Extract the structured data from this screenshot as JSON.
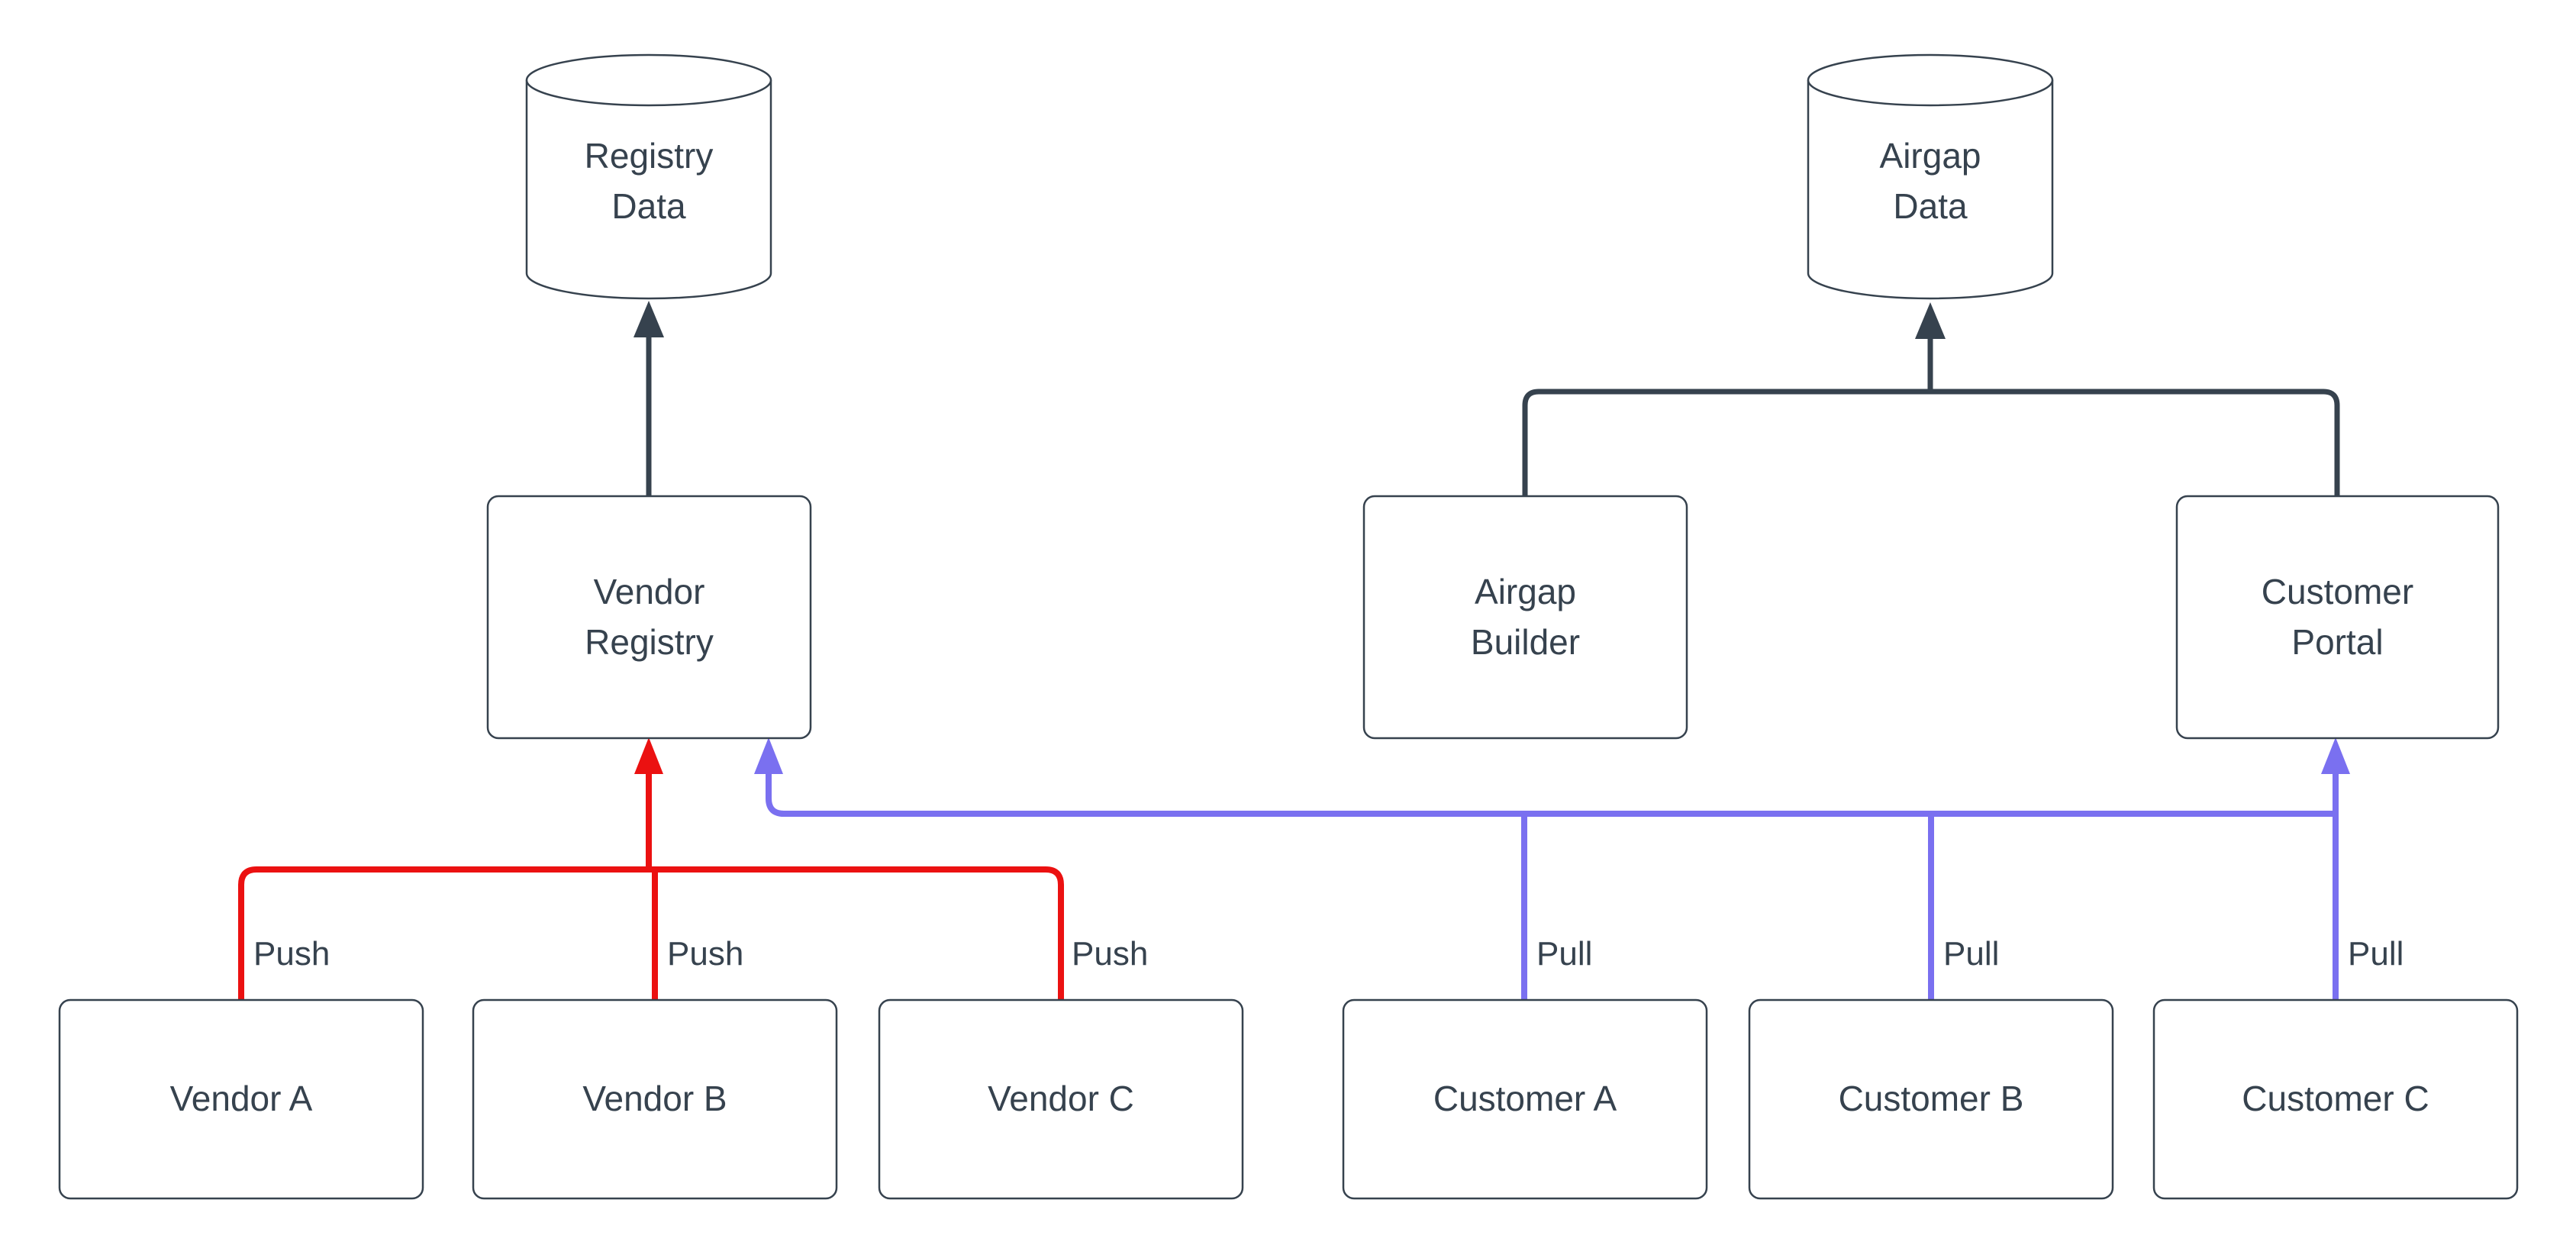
{
  "diagram": {
    "colors": {
      "bg": "#ffffff",
      "stroke": "#36424e",
      "text": "#36424e",
      "push": "#eb1111",
      "pull": "#7a70f0"
    },
    "nodes": {
      "registry_data": {
        "shape": "cylinder",
        "lines": [
          "Registry",
          "Data"
        ]
      },
      "airgap_data": {
        "shape": "cylinder",
        "lines": [
          "Airgap",
          "Data"
        ]
      },
      "vendor_registry": {
        "shape": "rect",
        "lines": [
          "Vendor",
          "Registry"
        ]
      },
      "airgap_builder": {
        "shape": "rect",
        "lines": [
          "Airgap",
          "Builder"
        ]
      },
      "customer_portal": {
        "shape": "rect",
        "lines": [
          "Customer",
          "Portal"
        ]
      },
      "vendor_a": {
        "shape": "rect",
        "lines": [
          "Vendor A"
        ]
      },
      "vendor_b": {
        "shape": "rect",
        "lines": [
          "Vendor B"
        ]
      },
      "vendor_c": {
        "shape": "rect",
        "lines": [
          "Vendor C"
        ]
      },
      "customer_a": {
        "shape": "rect",
        "lines": [
          "Customer A"
        ]
      },
      "customer_b": {
        "shape": "rect",
        "lines": [
          "Customer B"
        ]
      },
      "customer_c": {
        "shape": "rect",
        "lines": [
          "Customer C"
        ]
      }
    },
    "edges": [
      {
        "from": "vendor_a",
        "to": "vendor_registry",
        "label": "Push",
        "color_role": "push"
      },
      {
        "from": "vendor_b",
        "to": "vendor_registry",
        "label": "Push",
        "color_role": "push"
      },
      {
        "from": "vendor_c",
        "to": "vendor_registry",
        "label": "Push",
        "color_role": "push"
      },
      {
        "from": "customer_a",
        "to": "customer_portal",
        "label": "Pull",
        "color_role": "pull"
      },
      {
        "from": "customer_b",
        "to": "customer_portal",
        "label": "Pull",
        "color_role": "pull"
      },
      {
        "from": "customer_c",
        "to": "customer_portal",
        "label": "Pull",
        "color_role": "pull"
      },
      {
        "from": "customer_pull_bus",
        "to": "vendor_registry",
        "label": "",
        "color_role": "pull"
      },
      {
        "from": "vendor_registry",
        "to": "registry_data",
        "label": "",
        "color_role": "dark"
      },
      {
        "from": "airgap_builder",
        "to": "airgap_data",
        "label": "",
        "color_role": "dark"
      },
      {
        "from": "customer_portal",
        "to": "airgap_data",
        "label": "",
        "color_role": "dark"
      }
    ]
  }
}
